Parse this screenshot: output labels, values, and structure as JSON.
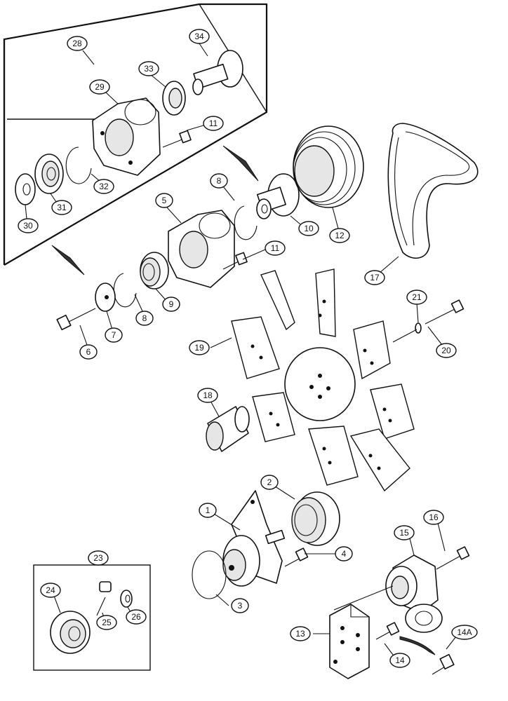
{
  "callouts": {
    "c1": "1",
    "c2": "2",
    "c3": "3",
    "c4": "4",
    "c5": "5",
    "c6": "6",
    "c7": "7",
    "c8a": "8",
    "c8b": "8",
    "c9": "9",
    "c10": "10",
    "c11a": "11",
    "c11b": "11",
    "c12": "12",
    "c13": "13",
    "c14": "14",
    "c14a": "14A",
    "c15": "15",
    "c16": "16",
    "c17": "17",
    "c18": "18",
    "c19": "19",
    "c20": "20",
    "c21": "21",
    "c23": "23",
    "c24": "24",
    "c25": "25",
    "c26": "26",
    "c28": "28",
    "c29": "29",
    "c30": "30",
    "c31": "31",
    "c32": "32",
    "c33": "33",
    "c34": "34"
  },
  "colors": {
    "ink": "#111111",
    "paper": "#ffffff",
    "shade": "#e6e6e6"
  }
}
